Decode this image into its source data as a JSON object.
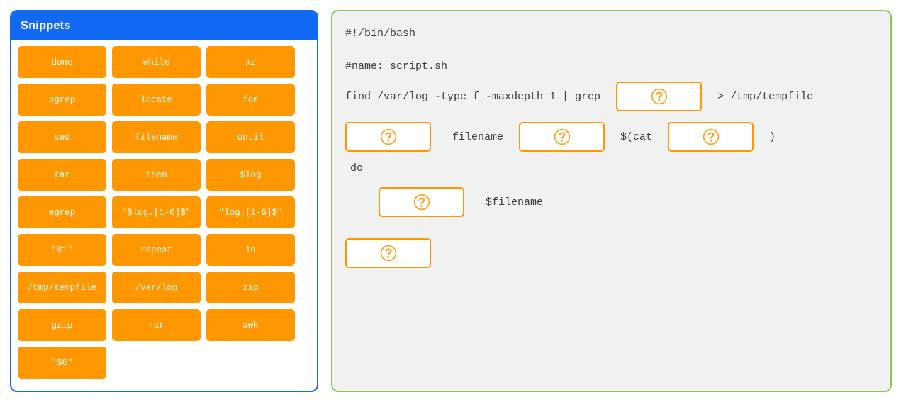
{
  "snippets_panel": {
    "title": "Snippets",
    "accent_color": "#1269f3",
    "tile_color": "#ff9800",
    "tiles": [
      "done",
      "while",
      "xz",
      "pgrep",
      "locate",
      "for",
      "sed",
      "filename",
      "until",
      "tar",
      "then",
      "$log",
      "egrep",
      "\"$log.[1-6]$\"",
      "\"log.[1-6]$\"",
      "\"$1\"",
      "repeat",
      "in",
      "/tmp/tempfile",
      "/var/log",
      "zip",
      "gzip",
      "rar",
      "awk",
      "\"$6\""
    ]
  },
  "code_panel": {
    "border_color": "#8cc751",
    "background_color": "#f1f1f1",
    "slot_color": "#ff9800",
    "slot_icon": "question-mark-icon",
    "slot_label": "?",
    "lines": {
      "shebang": "#!/bin/bash",
      "name_comment": "#name: script.sh",
      "find_prefix": "find /var/log -type f -maxdepth 1 | grep",
      "find_suffix": "> /tmp/tempfile",
      "loop_filename": "filename",
      "loop_cat": "$(cat",
      "loop_close": ")",
      "do_keyword": "do",
      "body_arg": "$filename"
    }
  }
}
